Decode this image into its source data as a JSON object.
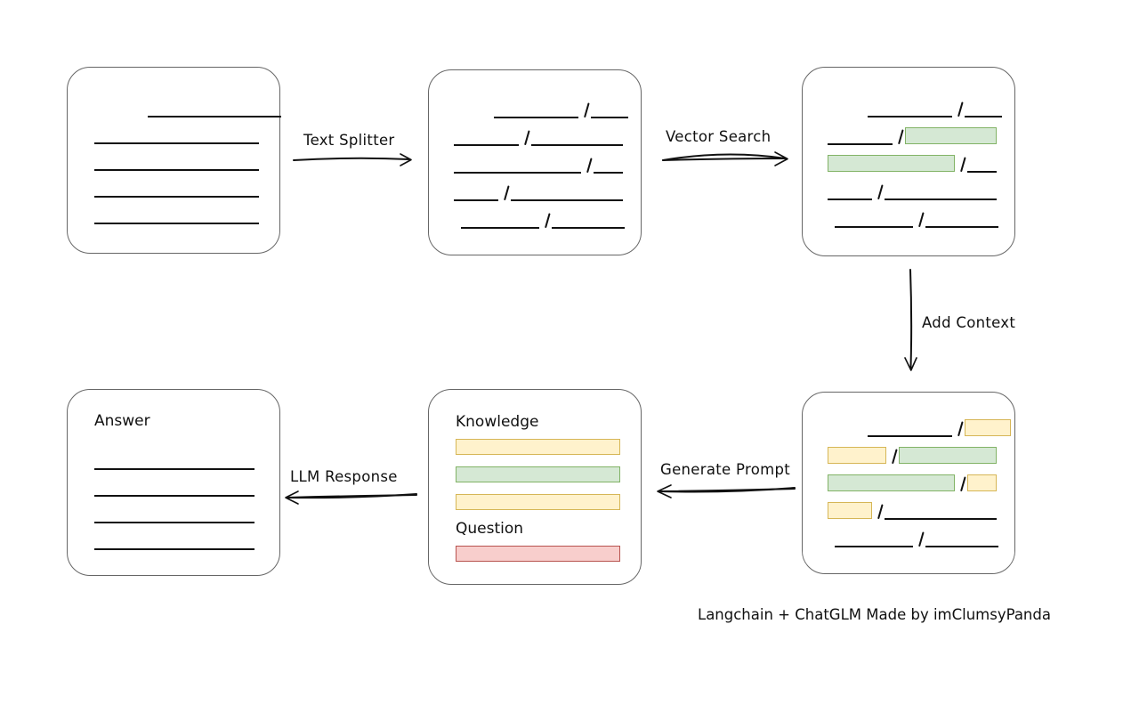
{
  "diagram": {
    "title_caption": "Langchain + ChatGLM Made by imClumsyPanda",
    "colors": {
      "green_fill": "#d5e8d4",
      "green_stroke": "#82b366",
      "yellow_fill": "#fff2cc",
      "yellow_stroke": "#d6b656",
      "red_fill": "#f8cecc",
      "red_stroke": "#b85450",
      "box_stroke": "#666666",
      "line_stroke": "#111111"
    },
    "arrows": [
      {
        "name": "text-splitter-arrow",
        "label": "Text Splitter",
        "direction": "right"
      },
      {
        "name": "vector-search-arrow",
        "label": "Vector Search",
        "direction": "right"
      },
      {
        "name": "add-context-arrow",
        "label": "Add Context",
        "direction": "down"
      },
      {
        "name": "generate-prompt-arrow",
        "label": "Generate Prompt",
        "direction": "left"
      },
      {
        "name": "llm-response-arrow",
        "label": "LLM Response",
        "direction": "left"
      }
    ],
    "boxes": {
      "source_document": {
        "name": "source-document-box",
        "title": "",
        "rows": [
          [
            {
              "kind": "gap",
              "w": 60
            },
            {
              "kind": "line",
              "w": 150
            }
          ],
          [
            {
              "kind": "line",
              "w": 185
            }
          ],
          [
            {
              "kind": "line",
              "w": 185
            }
          ],
          [
            {
              "kind": "line",
              "w": 185
            }
          ],
          [
            {
              "kind": "line",
              "w": 185
            }
          ]
        ]
      },
      "split_chunks": {
        "name": "split-chunks-box",
        "title": "",
        "rows": [
          [
            {
              "kind": "gap",
              "w": 45
            },
            {
              "kind": "line",
              "w": 95
            },
            {
              "kind": "slash"
            },
            {
              "kind": "line",
              "w": 42
            }
          ],
          [
            {
              "kind": "line",
              "w": 73
            },
            {
              "kind": "slash"
            },
            {
              "kind": "line",
              "w": 103
            }
          ],
          [
            {
              "kind": "line",
              "w": 143
            },
            {
              "kind": "slash"
            },
            {
              "kind": "line",
              "w": 33
            }
          ],
          [
            {
              "kind": "line",
              "w": 50
            },
            {
              "kind": "slash"
            },
            {
              "kind": "line",
              "w": 126
            }
          ],
          [
            {
              "kind": "gap",
              "w": 8
            },
            {
              "kind": "line",
              "w": 88
            },
            {
              "kind": "slash"
            },
            {
              "kind": "line",
              "w": 82
            }
          ]
        ]
      },
      "vector_matches": {
        "name": "vector-matches-box",
        "title": "",
        "rows": [
          [
            {
              "kind": "gap",
              "w": 45
            },
            {
              "kind": "line",
              "w": 95
            },
            {
              "kind": "slash"
            },
            {
              "kind": "line",
              "w": 42
            }
          ],
          [
            {
              "kind": "line",
              "w": 73
            },
            {
              "kind": "slash"
            },
            {
              "kind": "chip",
              "color": "green",
              "w": 103
            }
          ],
          [
            {
              "kind": "chip",
              "color": "green",
              "w": 143
            },
            {
              "kind": "slash"
            },
            {
              "kind": "line",
              "w": 33
            }
          ],
          [
            {
              "kind": "line",
              "w": 50
            },
            {
              "kind": "slash"
            },
            {
              "kind": "line",
              "w": 126
            }
          ],
          [
            {
              "kind": "gap",
              "w": 8
            },
            {
              "kind": "line",
              "w": 88
            },
            {
              "kind": "slash"
            },
            {
              "kind": "line",
              "w": 82
            }
          ]
        ]
      },
      "context_chunks": {
        "name": "context-chunks-box",
        "title": "",
        "rows": [
          [
            {
              "kind": "gap",
              "w": 45
            },
            {
              "kind": "line",
              "w": 95
            },
            {
              "kind": "slash"
            },
            {
              "kind": "chip",
              "color": "yellow",
              "w": 52
            }
          ],
          [
            {
              "kind": "chip",
              "color": "yellow",
              "w": 66
            },
            {
              "kind": "slash"
            },
            {
              "kind": "chip",
              "color": "green",
              "w": 110
            }
          ],
          [
            {
              "kind": "chip",
              "color": "green",
              "w": 143
            },
            {
              "kind": "slash"
            },
            {
              "kind": "chip",
              "color": "yellow",
              "w": 33
            }
          ],
          [
            {
              "kind": "chip",
              "color": "yellow",
              "w": 50
            },
            {
              "kind": "slash"
            },
            {
              "kind": "line",
              "w": 126
            }
          ],
          [
            {
              "kind": "gap",
              "w": 8
            },
            {
              "kind": "line",
              "w": 88
            },
            {
              "kind": "slash"
            },
            {
              "kind": "line",
              "w": 82
            }
          ]
        ]
      },
      "prompt": {
        "name": "prompt-box",
        "knowledge_title": "Knowledge",
        "question_title": "Question",
        "knowledge_bars": [
          {
            "color": "yellow",
            "w": 185
          },
          {
            "color": "green",
            "w": 185
          },
          {
            "color": "yellow",
            "w": 185
          }
        ],
        "question_bars": [
          {
            "color": "red",
            "w": 185
          }
        ]
      },
      "answer": {
        "name": "answer-box",
        "title": "Answer",
        "rows": [
          [
            {
              "kind": "line",
              "w": 180
            }
          ],
          [
            {
              "kind": "line",
              "w": 180
            }
          ],
          [
            {
              "kind": "line",
              "w": 180
            }
          ],
          [
            {
              "kind": "line",
              "w": 180
            }
          ]
        ]
      }
    }
  }
}
